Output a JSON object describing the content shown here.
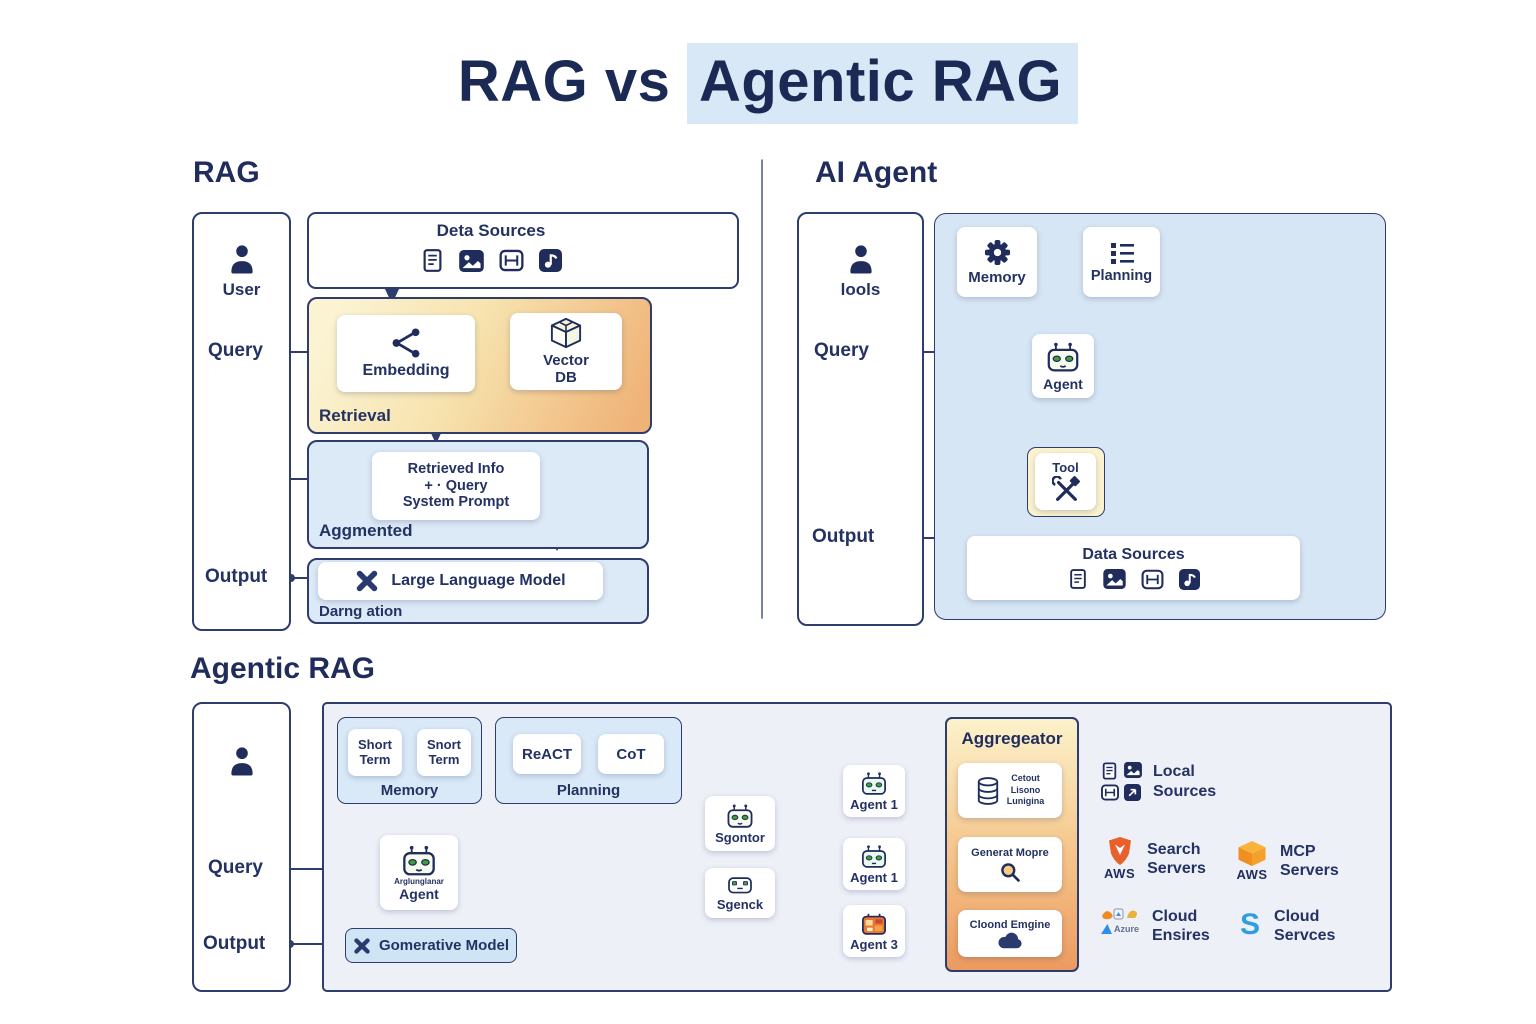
{
  "title": {
    "prefix": "RAG vs",
    "highlight": "Agentic RAG"
  },
  "colors": {
    "navy": "#1f2c5c",
    "line": "#2e3c6e",
    "highlight_blue": "#d9e8f6",
    "panel_blue": "#d7e6f4",
    "box_blue": "#dce9f6",
    "retrieval_yellow": "#f7e3ae",
    "aggregator_orange": "#f3bb80",
    "accent_orange": "#f08a24",
    "robot_green": "#3f9e3a",
    "blue_wire": "#4a90d9"
  },
  "rag": {
    "heading": "RAG",
    "user_panel": {
      "user": "User",
      "query": "Query",
      "output": "Output"
    },
    "data_sources": {
      "title": "Deta Sources"
    },
    "retrieval": {
      "label": "Retrieval",
      "embedding": "Embedding",
      "vector_db": {
        "l1": "Vector",
        "l2": "DB"
      }
    },
    "augmented": {
      "label": "Aggmented",
      "card": {
        "l1": "Retrieved Info",
        "l2": "+ · Query",
        "l3": "System Prompt"
      }
    },
    "generation": {
      "label": "Darng ation",
      "llm": "Large Language Model"
    }
  },
  "ai_agent": {
    "heading": "AI Agent",
    "user_panel": {
      "user": "lools",
      "query": "Query",
      "output": "Output"
    },
    "memory": "Memory",
    "planning": "Planning",
    "agent": "Agent",
    "tool": "Tool",
    "data_sources": {
      "title": "Data Sources"
    }
  },
  "agentic": {
    "heading": "Agentic RAG",
    "user_panel": {
      "query": "Query",
      "output": "Output"
    },
    "memory": {
      "label": "Memory",
      "cards": [
        {
          "l1": "Short",
          "l2": "Term"
        },
        {
          "l1": "Snort",
          "l2": "Term"
        }
      ]
    },
    "planning": {
      "label": "Planning",
      "cards": [
        "ReACT",
        "CoT"
      ]
    },
    "agent": {
      "l1": "Arglunglanar",
      "l2": "Agent"
    },
    "generative_model": "Gomerative Model",
    "mediators": [
      "Sgontor",
      "Sgenck"
    ],
    "agents": [
      "Agent 1",
      "Agent 1",
      "Agent 3"
    ],
    "aggregator": {
      "title": "Aggregeator",
      "card1_lines": [
        "Cetout",
        "Lisono",
        "Lunigina"
      ],
      "card2": "Generat Mopre",
      "card3": "Cloond Emgine"
    },
    "endpoints": {
      "local": {
        "l1": "Local",
        "l2": "Sources"
      },
      "search": {
        "l1": "Search",
        "l2": "Servers"
      },
      "search_brand": "AWS",
      "mcp": {
        "l1": "MCP",
        "l2": "Servers"
      },
      "mcp_brand": "AWS",
      "cloud_eng": {
        "l1": "Cloud",
        "l2": "Ensires"
      },
      "cloud_eng_brand": "Azure",
      "cloud_srv": {
        "l1": "Cloud",
        "l2": "Servces"
      }
    }
  }
}
